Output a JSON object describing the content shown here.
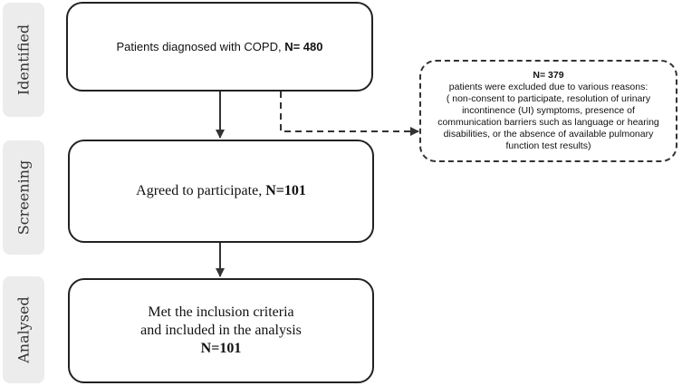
{
  "stages": {
    "identified": "Identified",
    "screening": "Screening",
    "analysed": "Analysed"
  },
  "boxes": {
    "identified": {
      "text": "Patients diagnosed with COPD, ",
      "n": "N= 480"
    },
    "screening": {
      "text": "Agreed to participate, ",
      "n": "N=101"
    },
    "analysed": {
      "line1": "Met the inclusion criteria",
      "line2": "and  included in the analysis",
      "n": "N=101"
    }
  },
  "excluded": {
    "n": "N= 379",
    "lines": [
      "patients were excluded due to various reasons:",
      "( non-consent to participate, resolution of urinary",
      "incontinence (UI) symptoms, presence of",
      "communication barriers such as language or hearing",
      "disabilities, or the absence of available pulmonary",
      "function test results)"
    ]
  }
}
